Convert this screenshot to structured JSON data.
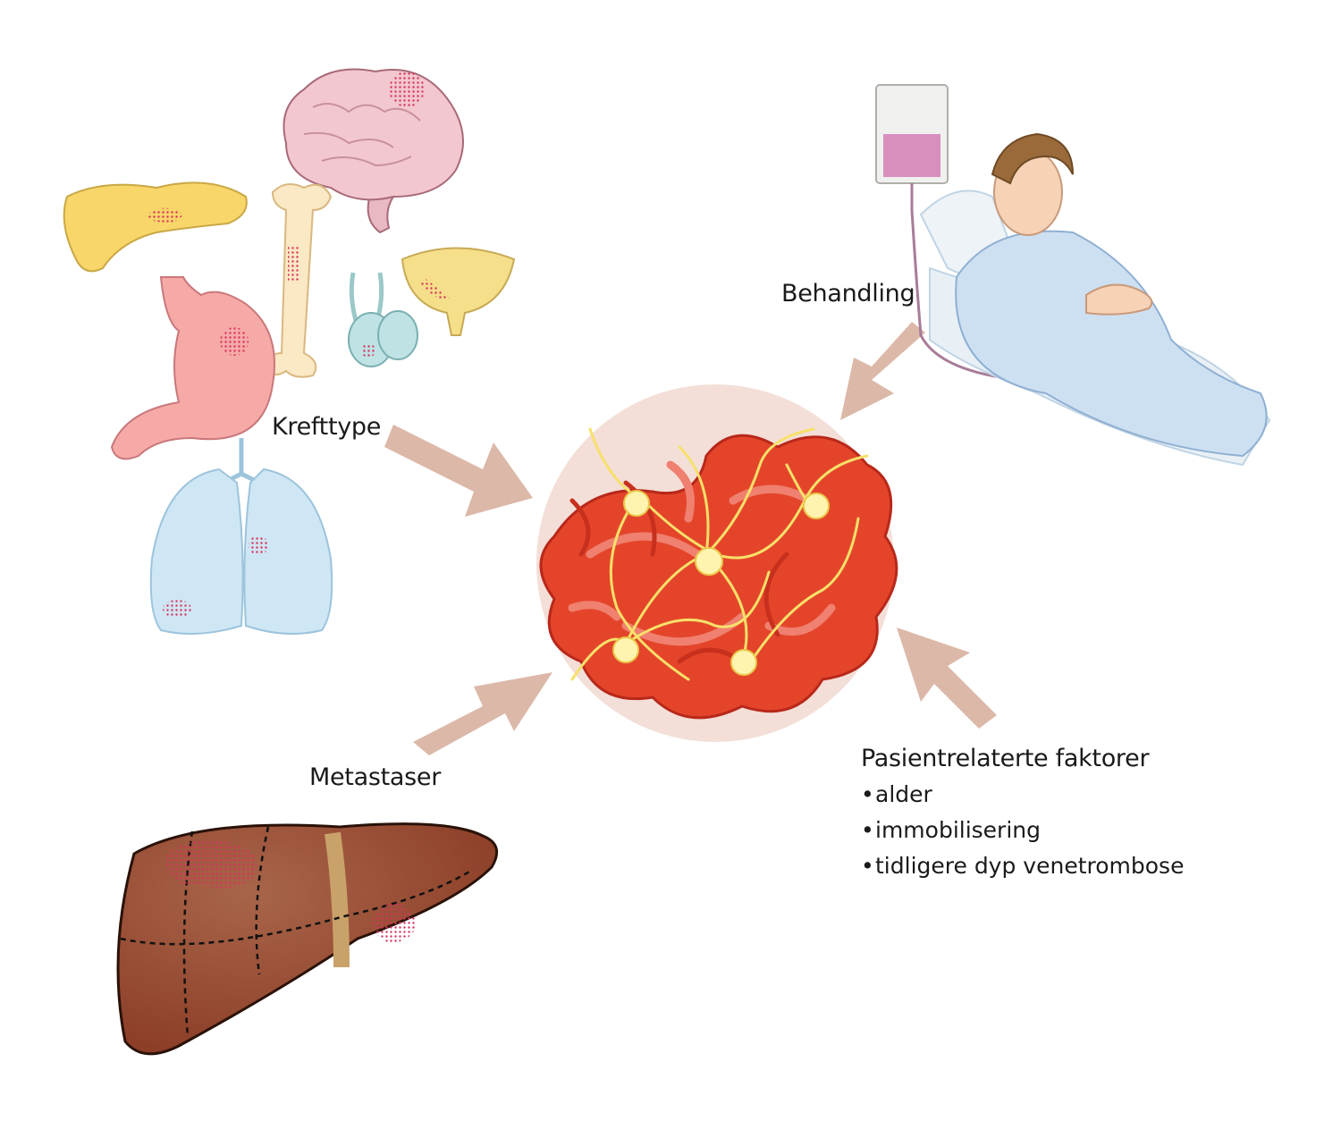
{
  "labels": {
    "cancer_type": "Krefttype",
    "treatment": "Behandling",
    "metastases": "Metastaser"
  },
  "patient_factors": {
    "title": "Pasientrelaterte faktorer",
    "items": [
      "alder",
      "immobilisering",
      "tidligere dyp venetrombose"
    ]
  },
  "colors": {
    "arrow": "#dcb8a8",
    "clot_background": "#f3dfd8",
    "red_cell": "#e4452a",
    "fibrin": "#f7e06a",
    "liver": "#8b3a25"
  }
}
